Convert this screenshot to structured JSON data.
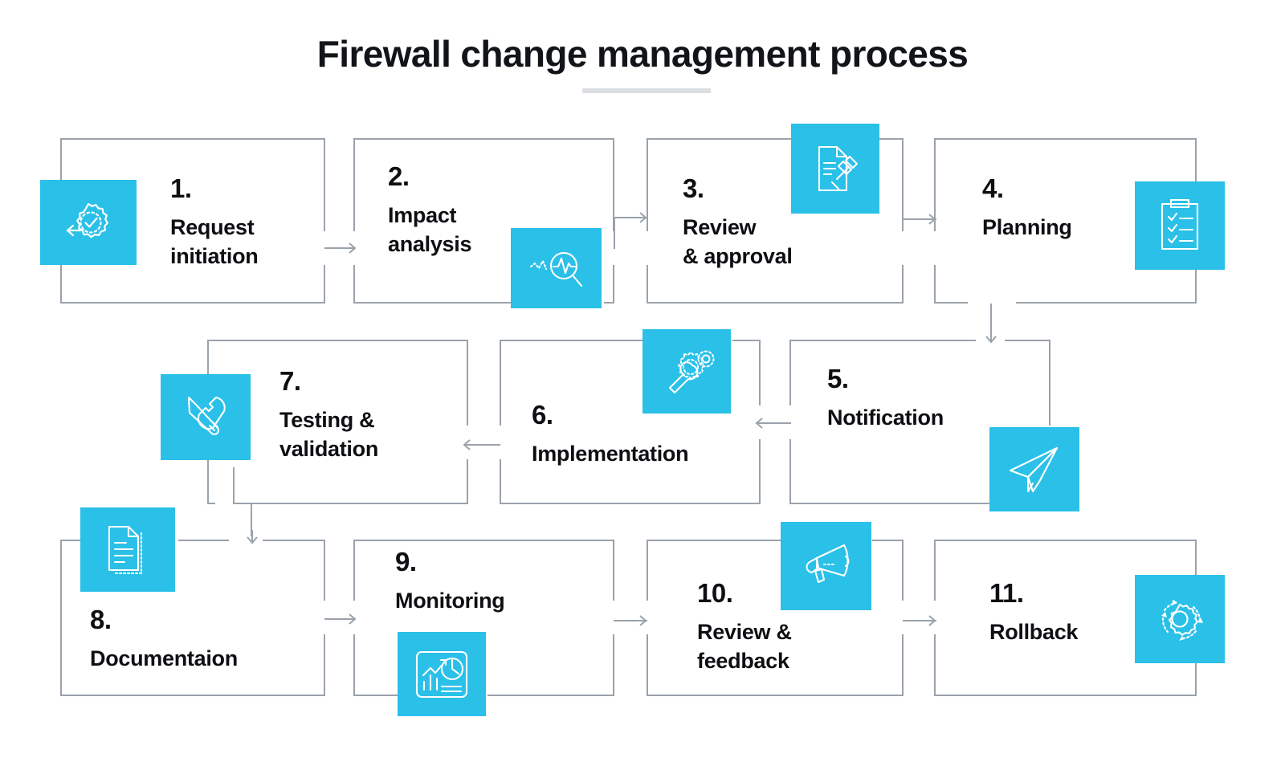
{
  "title": "Firewall change management process",
  "theme": {
    "accent": "#2ac0e8",
    "border": "#9aa2ab",
    "text": "#0d0f12",
    "rule": "#dcdfe2",
    "background": "#ffffff"
  },
  "steps": [
    {
      "num": "1.",
      "label": "Request\ninitiation",
      "label_line1": "Request",
      "label_line2": "initiation",
      "icon": "gear-check-arrow-icon"
    },
    {
      "num": "2.",
      "label": "Impact\nanalysis",
      "label_line1": "Impact",
      "label_line2": "analysis",
      "icon": "magnifier-pulse-icon"
    },
    {
      "num": "3.",
      "label": "Review\n& approval",
      "label_line1": "Review",
      "label_line2": "& approval",
      "icon": "document-gavel-icon"
    },
    {
      "num": "4.",
      "label": "Planning",
      "label_line1": "Planning",
      "label_line2": "",
      "icon": "clipboard-checklist-icon"
    },
    {
      "num": "5.",
      "label": "Notification",
      "label_line1": "Notification",
      "label_line2": "",
      "icon": "paper-plane-icon"
    },
    {
      "num": "6.",
      "label": "Implementation",
      "label_line1": "Implementation",
      "label_line2": "",
      "icon": "wrench-gears-icon"
    },
    {
      "num": "7.",
      "label": "Testing &\nvalidation",
      "label_line1": "Testing &",
      "label_line2": "validation",
      "icon": "wrench-screwdriver-icon"
    },
    {
      "num": "8.",
      "label": "Documentaion",
      "label_line1": "Documentaion",
      "label_line2": "",
      "icon": "document-lines-icon"
    },
    {
      "num": "9.",
      "label": "Monitoring",
      "label_line1": "Monitoring",
      "label_line2": "",
      "icon": "dashboard-chart-icon"
    },
    {
      "num": "10.",
      "label": "Review &\nfeedback",
      "label_line1": "Review &",
      "label_line2": "feedback",
      "icon": "megaphone-icon"
    },
    {
      "num": "11.",
      "label": "Rollback",
      "label_line1": "Rollback",
      "label_line2": "",
      "icon": "gear-rotate-icon"
    }
  ],
  "flow": {
    "order": [
      1,
      2,
      3,
      4,
      5,
      6,
      7,
      8,
      9,
      10,
      11
    ],
    "row1_direction": "left-to-right",
    "row2_direction": "right-to-left",
    "row3_direction": "left-to-right"
  }
}
